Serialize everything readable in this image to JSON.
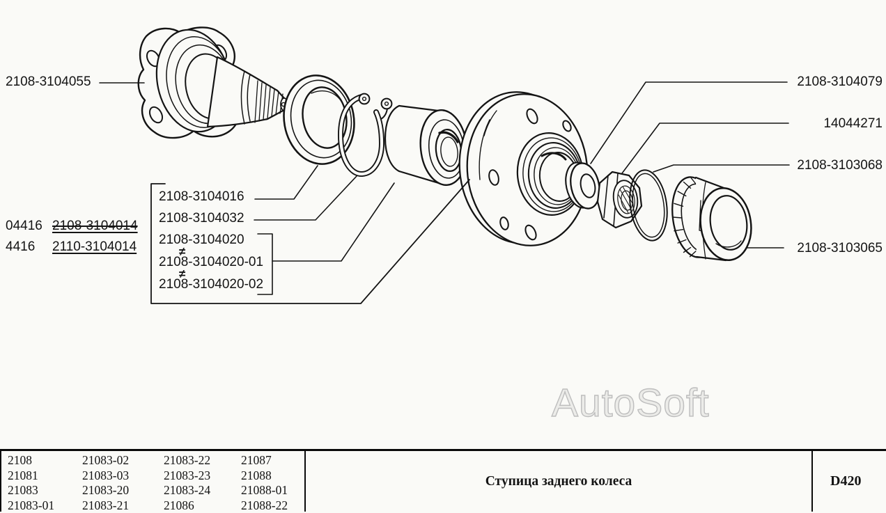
{
  "watermark": "AutoSoft",
  "parts": {
    "flange": "2108-3104055",
    "thrust_washer": "2108-3104079",
    "nut": "14044271",
    "ring": "2108-3103068",
    "cap": "2108-3103065",
    "seal": "2108-3104016",
    "circlip": "2108-3104032",
    "bearing": "2108-3104020",
    "bearing_01": "2108-3104020-01",
    "bearing_02": "2108-3104020-02",
    "neq": "≠",
    "hub_old_code": "04416",
    "hub_old": "2108-3104014",
    "hub_new_code": "4416",
    "hub_new": "2110-3104014"
  },
  "footer": {
    "models": [
      [
        "2108",
        "21083-02",
        "21083-22",
        "21087"
      ],
      [
        "21081",
        "21083-03",
        "21083-23",
        "21088"
      ],
      [
        "21083",
        "21083-20",
        "21083-24",
        "21088-01"
      ],
      [
        "21083-01",
        "21083-21",
        "21086",
        "21088-22"
      ]
    ],
    "title": "Ступица заднего колеса",
    "code": "D420"
  }
}
